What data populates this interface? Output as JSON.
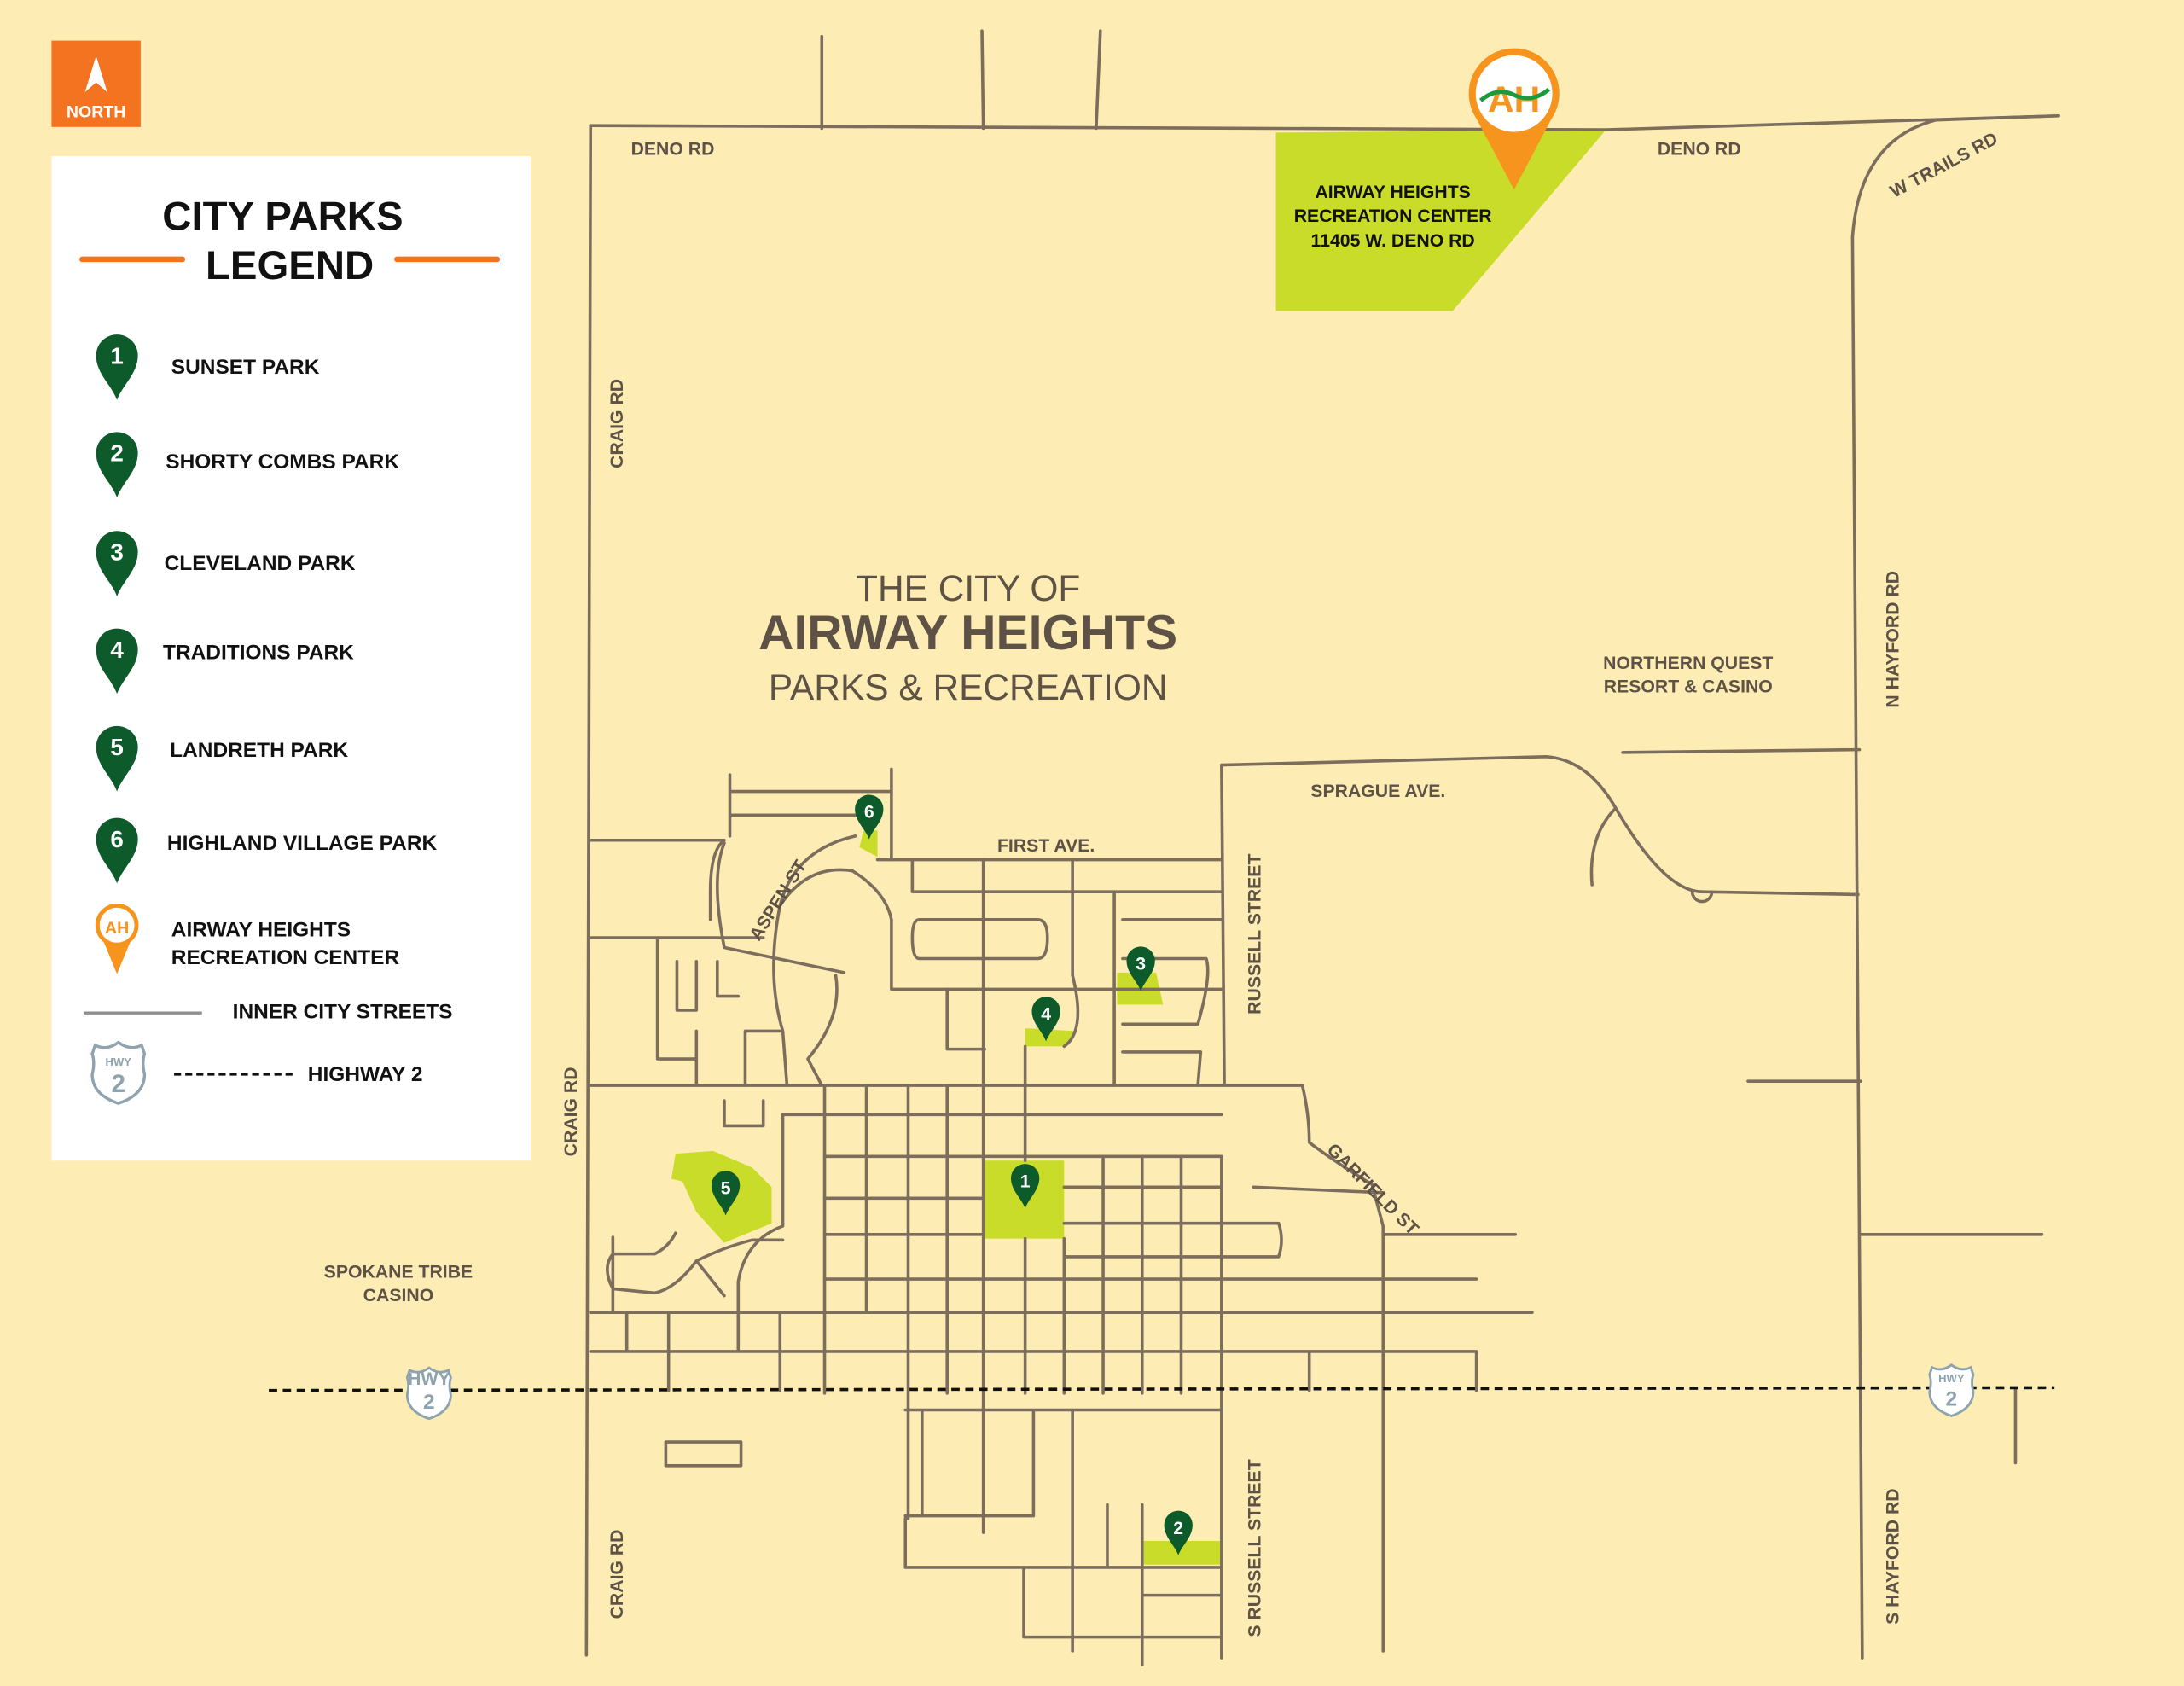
{
  "compass": {
    "label": "NORTH"
  },
  "legend": {
    "title_line1": "CITY PARKS",
    "title_line2": "LEGEND",
    "parks": [
      {
        "num": "1",
        "name": "SUNSET PARK"
      },
      {
        "num": "2",
        "name": "SHORTY COMBS PARK"
      },
      {
        "num": "3",
        "name": "CLEVELAND PARK"
      },
      {
        "num": "4",
        "name": "TRADITIONS PARK"
      },
      {
        "num": "5",
        "name": "LANDRETH PARK"
      },
      {
        "num": "6",
        "name": "HIGHLAND VILLAGE PARK"
      }
    ],
    "rec_center_line1": "AIRWAY HEIGHTS",
    "rec_center_line2": "RECREATION CENTER",
    "rec_logo": "AH",
    "streets_label": "INNER CITY STREETS",
    "highway_label": "HIGHWAY 2",
    "hwy_shield_top": "HWY",
    "hwy_shield_num": "2"
  },
  "title": {
    "line1": "THE CITY OF",
    "line2": "AIRWAY HEIGHTS",
    "line3": "PARKS & RECREATION"
  },
  "rec_center": {
    "line1": "AIRWAY HEIGHTS",
    "line2": "RECREATION CENTER",
    "line3": "11405 W. DENO RD",
    "logo": "AH"
  },
  "roads": {
    "deno_west": "DENO RD",
    "deno_east": "DENO RD",
    "w_trails": "W TRAILS RD",
    "craig_north": "CRAIG RD",
    "craig_mid": "CRAIG RD",
    "craig_south": "CRAIG RD",
    "n_hayford": "N HAYFORD RD",
    "s_hayford": "S HAYFORD RD",
    "sprague": "SPRAGUE AVE.",
    "first_ave": "FIRST AVE.",
    "aspen": "ASPEN ST",
    "russell": "RUSSELL STREET",
    "s_russell": "S RUSSELL STREET",
    "garfield": "GARFIELD ST"
  },
  "places": {
    "northern_quest_1": "NORTHERN QUEST",
    "northern_quest_2": "RESORT & CASINO",
    "spokane_tribe_1": "SPOKANE TRIBE",
    "spokane_tribe_2": "CASINO"
  },
  "highway_shields": [
    {
      "top": "HWY",
      "num": "2"
    },
    {
      "top": "HWY",
      "num": "2"
    }
  ],
  "colors": {
    "background": "#fdedb4",
    "park": "#cadc2a",
    "pin": "#0d5a2b",
    "accent": "#f47321",
    "road": "#7d6d5c"
  }
}
